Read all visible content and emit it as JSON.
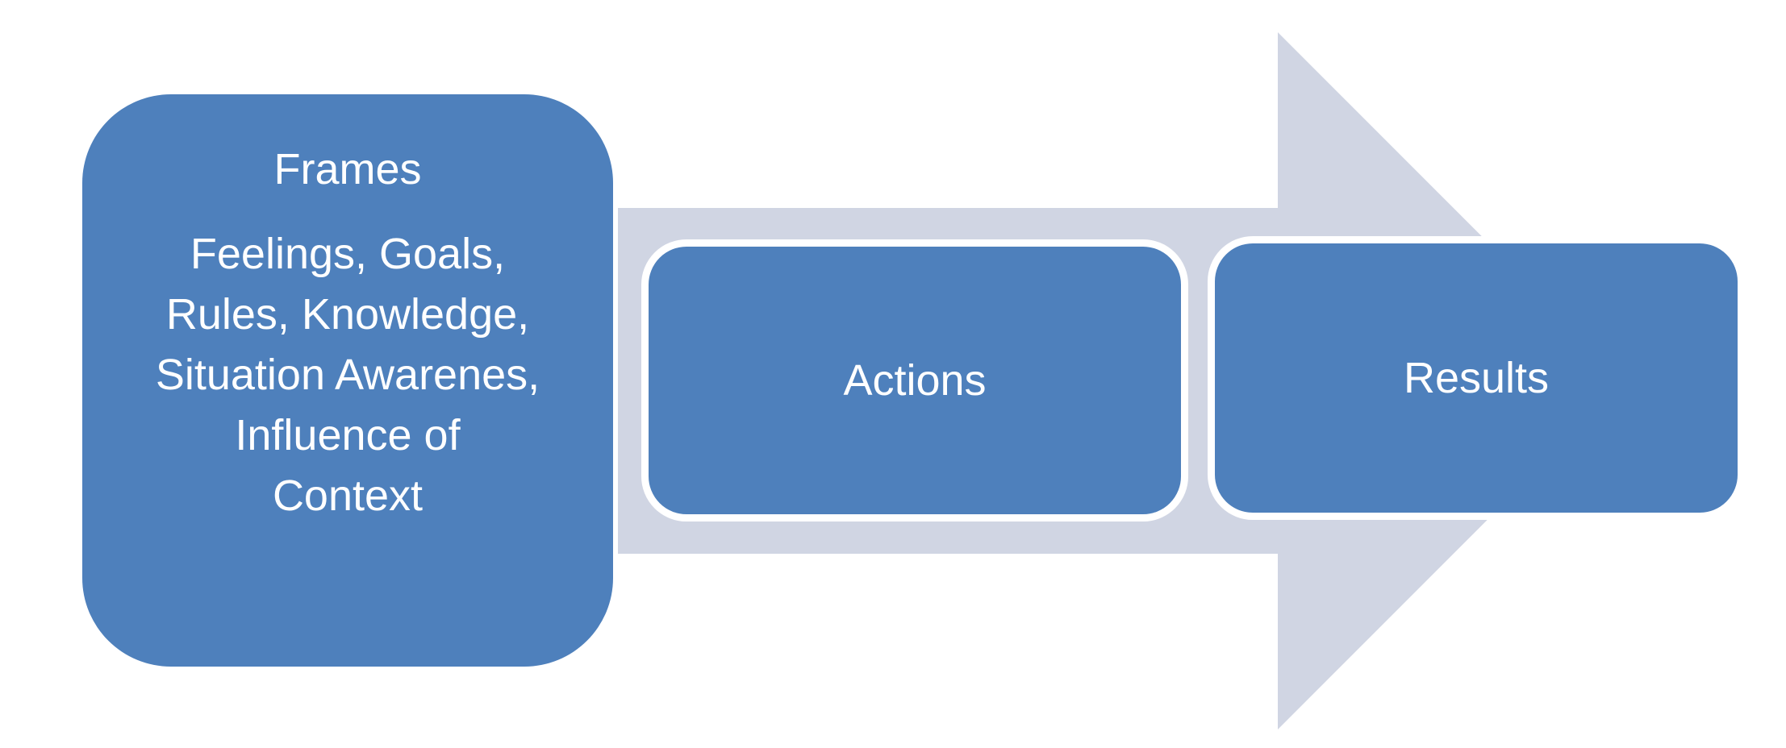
{
  "diagram": {
    "type": "arrow-process-flow",
    "background_color": "#FFFFFF",
    "arrow": {
      "direction": "right",
      "color": "#D0D5E3"
    },
    "colors": {
      "box_blue": "#4E80BC",
      "box_border_white": "#FFFFFF",
      "text_white": "#FFFFFF"
    },
    "boxes": [
      {
        "id": "frames",
        "title": "Frames",
        "body_lines": [
          "Feelings, Goals,",
          "Rules, Knowledge,",
          "Situation Awarenes,",
          "Influence of",
          "Context"
        ]
      },
      {
        "id": "actions",
        "label": "Actions"
      },
      {
        "id": "results",
        "label": "Results"
      }
    ]
  }
}
